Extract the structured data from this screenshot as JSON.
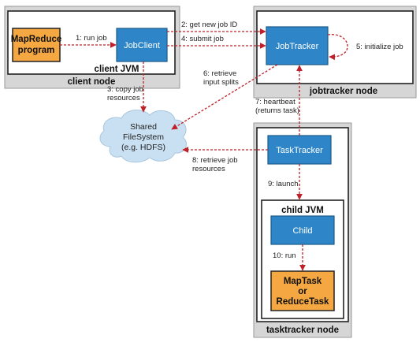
{
  "nodes": {
    "client_node": "client node",
    "client_jvm": "client JVM",
    "mapreduce_program": [
      "MapReduce",
      "program"
    ],
    "jobclient": "JobClient",
    "jobtracker": "JobTracker",
    "jobtracker_node": "jobtracker node",
    "shared_fs": [
      "Shared",
      "FileSystem",
      "(e.g. HDFS)"
    ],
    "tasktracker": "TaskTracker",
    "tasktracker_node": "tasktracker node",
    "child_jvm": "child JVM",
    "child": "Child",
    "maptask": [
      "MapTask",
      "or",
      "ReduceTask"
    ]
  },
  "edges": {
    "e1": [
      "1: run job"
    ],
    "e2": [
      "2: get new job ID"
    ],
    "e3": [
      "3: copy job",
      "resources"
    ],
    "e4": [
      "4: submit job"
    ],
    "e5": [
      "5: initialize job"
    ],
    "e6": [
      "6: retrieve",
      "input splits"
    ],
    "e7": [
      "7: heartbeat",
      "(returns task)"
    ],
    "e8": [
      "8: retrieve job",
      "resources"
    ],
    "e9": [
      "9: launch"
    ],
    "e10": [
      "10: run"
    ]
  },
  "colors": {
    "blue_box": "#2e86c8",
    "orange_box": "#f5a742",
    "arrow": "#c0202a",
    "cloud": "#c9e0f2",
    "panel_fill": "#d6d6d6",
    "panel_border": "#9a9a9a"
  }
}
